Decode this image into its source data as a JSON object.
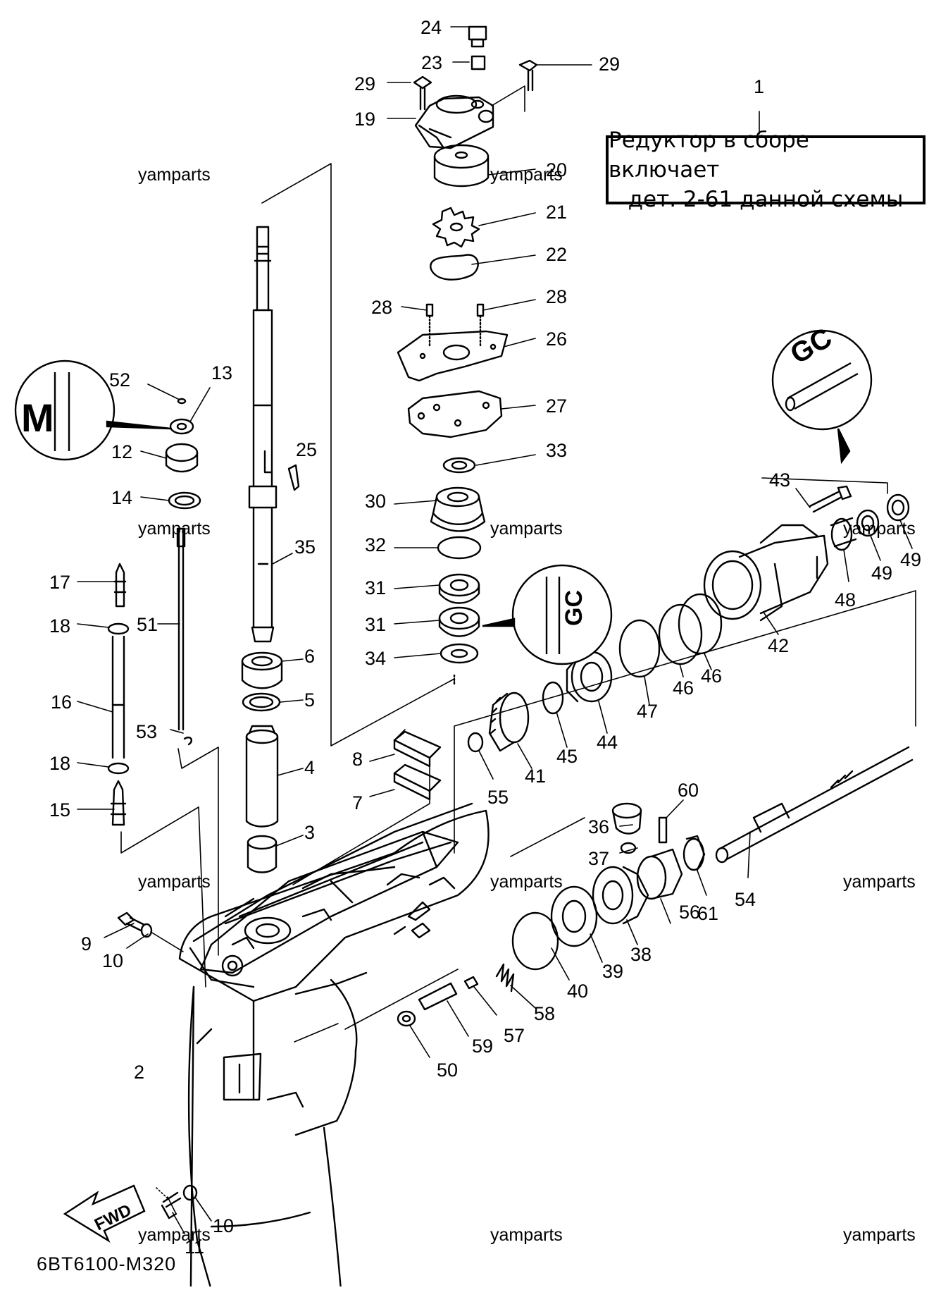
{
  "callout": {
    "number": "1",
    "line1": "Редуктор в сборе включает",
    "line2": "дет. 2-61 данной схемы"
  },
  "watermark": "yamparts",
  "diagram_code": "6BT6100-M320",
  "fwd_label": "FWD",
  "detail_symbols": [
    "M",
    "GC",
    "GC"
  ],
  "part_numbers": [
    "2",
    "3",
    "4",
    "5",
    "6",
    "7",
    "8",
    "9",
    "10",
    "10",
    "11",
    "12",
    "13",
    "14",
    "15",
    "16",
    "17",
    "18",
    "18",
    "19",
    "20",
    "21",
    "22",
    "23",
    "24",
    "25",
    "26",
    "27",
    "28",
    "28",
    "29",
    "29",
    "30",
    "31",
    "31",
    "32",
    "33",
    "34",
    "35",
    "36",
    "37",
    "38",
    "39",
    "40",
    "41",
    "42",
    "43",
    "44",
    "45",
    "46",
    "46",
    "47",
    "48",
    "49",
    "49",
    "50",
    "51",
    "52",
    "53",
    "54",
    "55",
    "56",
    "57",
    "58",
    "59",
    "60",
    "61"
  ]
}
